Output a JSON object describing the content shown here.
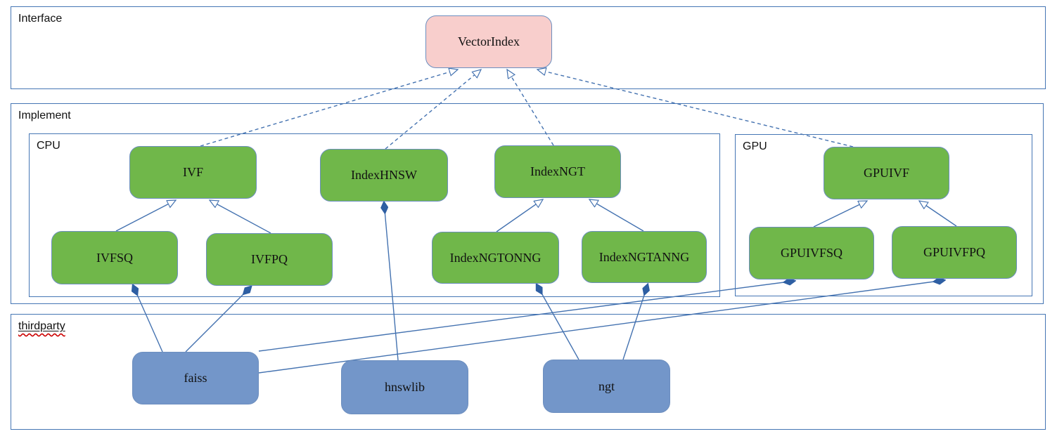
{
  "diagram": {
    "kind": "uml-class-diagram",
    "sections": {
      "interface": {
        "label": "Interface"
      },
      "implement": {
        "label": "Implement"
      },
      "cpu": {
        "label": "CPU"
      },
      "gpu": {
        "label": "GPU"
      },
      "thirdparty": {
        "label": "thirdparty",
        "spellcheck_underline": true
      }
    },
    "nodes": {
      "vectorindex": {
        "label": "VectorIndex",
        "kind": "interface",
        "section": "interface"
      },
      "ivf": {
        "label": "IVF",
        "kind": "implementation",
        "section": "cpu"
      },
      "indexhnsw": {
        "label": "IndexHNSW",
        "kind": "implementation",
        "section": "cpu"
      },
      "indexngt": {
        "label": "IndexNGT",
        "kind": "implementation",
        "section": "cpu"
      },
      "ivfsq": {
        "label": "IVFSQ",
        "kind": "implementation",
        "section": "cpu"
      },
      "ivfpq": {
        "label": "IVFPQ",
        "kind": "implementation",
        "section": "cpu"
      },
      "indexngtonng": {
        "label": "IndexNGTONNG",
        "kind": "implementation",
        "section": "cpu"
      },
      "indexngtanng": {
        "label": "IndexNGTANNG",
        "kind": "implementation",
        "section": "cpu"
      },
      "gpuivf": {
        "label": "GPUIVF",
        "kind": "implementation",
        "section": "gpu"
      },
      "gpuivfsq": {
        "label": "GPUIVFSQ",
        "kind": "implementation",
        "section": "gpu"
      },
      "gpuivfpq": {
        "label": "GPUIVFPQ",
        "kind": "implementation",
        "section": "gpu"
      },
      "faiss": {
        "label": "faiss",
        "kind": "thirdparty",
        "section": "thirdparty"
      },
      "hnswlib": {
        "label": "hnswlib",
        "kind": "thirdparty",
        "section": "thirdparty"
      },
      "ngt": {
        "label": "ngt",
        "kind": "thirdparty",
        "section": "thirdparty"
      }
    },
    "edges": [
      {
        "from": "ivf",
        "to": "vectorindex",
        "type": "realization-dashed-hollow-arrow"
      },
      {
        "from": "indexhnsw",
        "to": "vectorindex",
        "type": "realization-dashed-hollow-arrow"
      },
      {
        "from": "indexngt",
        "to": "vectorindex",
        "type": "realization-dashed-hollow-arrow"
      },
      {
        "from": "gpuivf",
        "to": "vectorindex",
        "type": "realization-dashed-hollow-arrow"
      },
      {
        "from": "ivfsq",
        "to": "ivf",
        "type": "inheritance-hollow-arrow"
      },
      {
        "from": "ivfpq",
        "to": "ivf",
        "type": "inheritance-hollow-arrow"
      },
      {
        "from": "indexngtonng",
        "to": "indexngt",
        "type": "inheritance-hollow-arrow"
      },
      {
        "from": "indexngtanng",
        "to": "indexngt",
        "type": "inheritance-hollow-arrow"
      },
      {
        "from": "gpuivfsq",
        "to": "gpuivf",
        "type": "inheritance-hollow-arrow"
      },
      {
        "from": "gpuivfpq",
        "to": "gpuivf",
        "type": "inheritance-hollow-arrow"
      },
      {
        "owner": "indexhnsw",
        "component": "hnswlib",
        "type": "composition-filled-diamond"
      },
      {
        "owner": "ivfsq",
        "component": "faiss",
        "type": "composition-filled-diamond"
      },
      {
        "owner": "ivfpq",
        "component": "faiss",
        "type": "composition-filled-diamond"
      },
      {
        "owner": "gpuivfsq",
        "component": "faiss",
        "type": "composition-filled-diamond"
      },
      {
        "owner": "gpuivfpq",
        "component": "faiss",
        "type": "composition-filled-diamond"
      },
      {
        "owner": "indexngtonng",
        "component": "ngt",
        "type": "composition-filled-diamond"
      },
      {
        "owner": "indexngtanng",
        "component": "ngt",
        "type": "composition-filled-diamond"
      }
    ]
  },
  "colors": {
    "node_green": "#70b74a",
    "node_pink": "#f8cecc",
    "node_blue": "#7396c9",
    "border_blue": "#6c8ebf",
    "frame_blue": "#4576b4",
    "line_blue": "#4472b0",
    "diamond_blue": "#2e5fa3",
    "squiggle_red": "#cc0000"
  }
}
